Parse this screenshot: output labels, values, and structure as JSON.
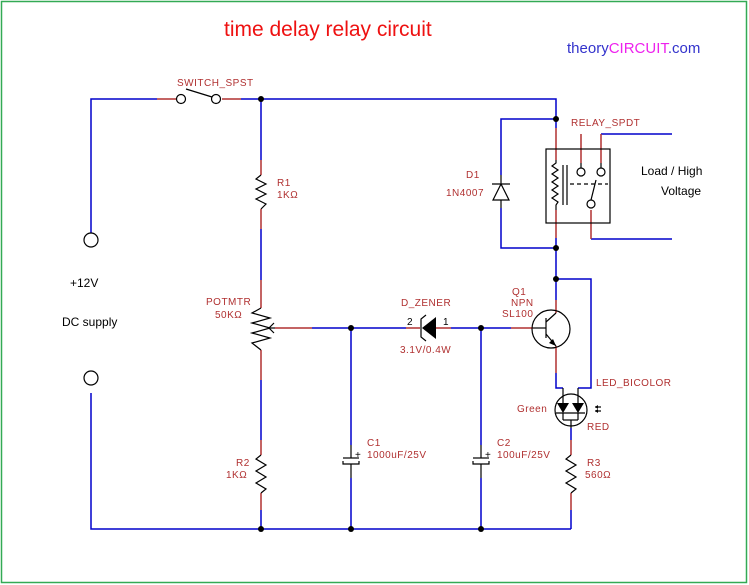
{
  "title": "time delay relay circuit",
  "brand": {
    "prefix": "theory",
    "highlight": "CIRCUIT",
    "suffix": ".com",
    "colors": {
      "prefix": "#3333cc",
      "highlight": "#ee22ee",
      "suffix": "#3333cc"
    }
  },
  "colors": {
    "wire": "#0000cc",
    "lead": "#b03030",
    "label": "#b03030",
    "title": "#ee1111",
    "border": "#33aa55"
  },
  "supply": {
    "voltage": "+12V",
    "label": "DC supply"
  },
  "components": {
    "switch": {
      "name": "SWITCH_SPST"
    },
    "r1": {
      "ref": "R1",
      "value": "1KΩ"
    },
    "pot": {
      "ref": "POTMTR",
      "value": "50KΩ"
    },
    "r2": {
      "ref": "R2",
      "value": "1KΩ"
    },
    "zener": {
      "ref": "D_ZENER",
      "value": "3.1V/0.4W",
      "pin2": "2",
      "pin1": "1"
    },
    "c1": {
      "ref": "C1",
      "value": "1000uF/25V"
    },
    "c2": {
      "ref": "C2",
      "value": "100uF/25V"
    },
    "q1": {
      "ref": "Q1",
      "type": "NPN",
      "part": "SL100"
    },
    "d1": {
      "ref": "D1",
      "part": "1N4007"
    },
    "relay": {
      "name": "RELAY_SPDT"
    },
    "led": {
      "name": "LED_BICOLOR",
      "left": "Green",
      "right": "RED"
    },
    "r3": {
      "ref": "R3",
      "value": "560Ω"
    }
  },
  "load": {
    "line1": "Load / High",
    "line2": "Voltage"
  }
}
